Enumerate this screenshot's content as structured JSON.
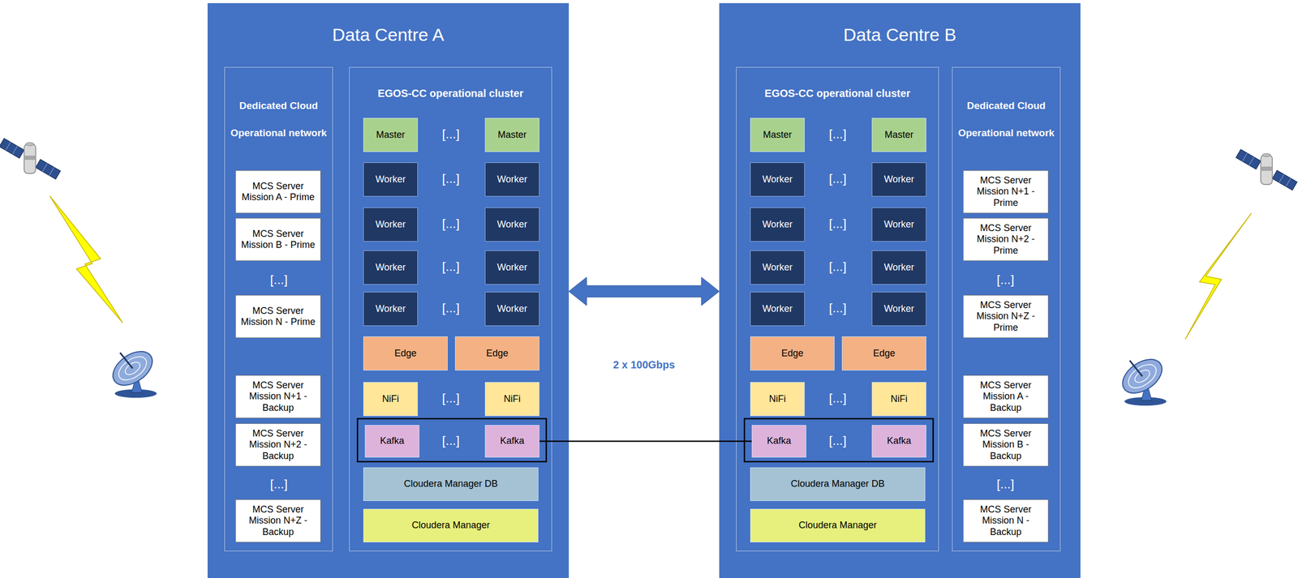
{
  "diagram": {
    "nodes": [
      {
        "text": [
          "Data Centre A"
        ]
      },
      {
        "text": [
          "Dedicated Cloud",
          "Operational network"
        ],
        "in": 0
      },
      {
        "text": [
          "MCS Server Mission A - Prime"
        ],
        "in": 1
      },
      {
        "text": [
          "MCS Server Mission B - Prime"
        ],
        "in": 1
      },
      {
        "text": [
          "MCS Server Mission N - Prime"
        ],
        "in": 1
      },
      {
        "text": [
          "MCS Server Mission N+1 - Backup"
        ],
        "in": 1
      },
      {
        "text": [
          "MCS Server Mission N+2 - Backup"
        ],
        "in": 1
      },
      {
        "text": [
          "MCS Server Mission N+Z - Backup"
        ],
        "in": 1
      },
      {
        "text": [
          "EGOS-CC operational cluster"
        ],
        "in": 0
      },
      {
        "text": [
          "Master"
        ],
        "in": 8
      },
      {
        "text": [
          "Master"
        ],
        "in": 8
      },
      {
        "text": [
          "Worker"
        ],
        "in": 8
      },
      {
        "text": [
          "Worker"
        ],
        "in": 8
      },
      {
        "text": [
          "Worker"
        ],
        "in": 8
      },
      {
        "text": [
          "Worker"
        ],
        "in": 8
      },
      {
        "text": [
          "Worker"
        ],
        "in": 8
      },
      {
        "text": [
          "Worker"
        ],
        "in": 8
      },
      {
        "text": [
          "Worker"
        ],
        "in": 8
      },
      {
        "text": [
          "Worker"
        ],
        "in": 8
      },
      {
        "text": [
          "Edge"
        ],
        "in": 8
      },
      {
        "text": [
          "Edge"
        ],
        "in": 8
      },
      {
        "text": [
          "NiFi"
        ],
        "in": 8
      },
      {
        "text": [
          "NiFi"
        ],
        "in": 8
      },
      {
        "text": [
          "Kafka"
        ],
        "in": 8
      },
      {
        "text": [
          "Kafka"
        ],
        "in": 8
      },
      {
        "text": [
          "Cloudera Manager DB"
        ],
        "in": 8
      },
      {
        "text": [
          "Cloudera Manager"
        ],
        "in": 8
      },
      {
        "text": [
          "Data Centre B"
        ]
      },
      {
        "text": [
          "EGOS-CC operational cluster"
        ],
        "in": 27
      },
      {
        "text": [
          "Master"
        ],
        "in": 28
      },
      {
        "text": [
          "Master"
        ],
        "in": 28
      },
      {
        "text": [
          "Worker"
        ],
        "in": 28
      },
      {
        "text": [
          "Worker"
        ],
        "in": 28
      },
      {
        "text": [
          "Worker"
        ],
        "in": 28
      },
      {
        "text": [
          "Worker"
        ],
        "in": 28
      },
      {
        "text": [
          "Worker"
        ],
        "in": 28
      },
      {
        "text": [
          "Worker"
        ],
        "in": 28
      },
      {
        "text": [
          "Worker"
        ],
        "in": 28
      },
      {
        "text": [
          "Worker"
        ],
        "in": 28
      },
      {
        "text": [
          "Edge"
        ],
        "in": 28
      },
      {
        "text": [
          "Edge"
        ],
        "in": 28
      },
      {
        "text": [
          "NiFi"
        ],
        "in": 28
      },
      {
        "text": [
          "NiFi"
        ],
        "in": 28
      },
      {
        "text": [
          "Kafka"
        ],
        "in": 28
      },
      {
        "text": [
          "Kafka"
        ],
        "in": 28
      },
      {
        "text": [
          "Cloudera Manager DB"
        ],
        "in": 28
      },
      {
        "text": [
          "Cloudera Manager"
        ],
        "in": 28
      },
      {
        "text": [
          "Dedicated Cloud",
          "Operational network"
        ],
        "in": 27
      },
      {
        "text": [
          "MCS Server Mission N+1 - Prime"
        ],
        "in": 47
      },
      {
        "text": [
          "MCS Server Mission N+2 - Prime"
        ],
        "in": 47
      },
      {
        "text": [
          "MCS Server Mission N+Z - Prime"
        ],
        "in": 47
      },
      {
        "text": [
          "MCS Server Mission A - Backup"
        ],
        "in": 47
      },
      {
        "text": [
          "MCS Server Mission B - Backup"
        ],
        "in": 47
      },
      {
        "text": [
          "MCS Server Mission N - Backup"
        ],
        "in": 47
      }
    ],
    "edges": [
      {
        "from": 0,
        "to": 27,
        "arrow": "both",
        "label": "2 x 100Gbps"
      },
      {
        "from": 24,
        "to": 43,
        "arrow": "none"
      }
    ],
    "labels": [
      "[...]",
      "[...]",
      "[...]",
      "[...]",
      "[...]",
      "[...]",
      "[...]",
      "[...]",
      "[...]",
      "[...]",
      "[...]",
      "[...]",
      "[...]",
      "[...]",
      "[...]",
      "[...]",
      "[...]",
      "[...]"
    ]
  }
}
